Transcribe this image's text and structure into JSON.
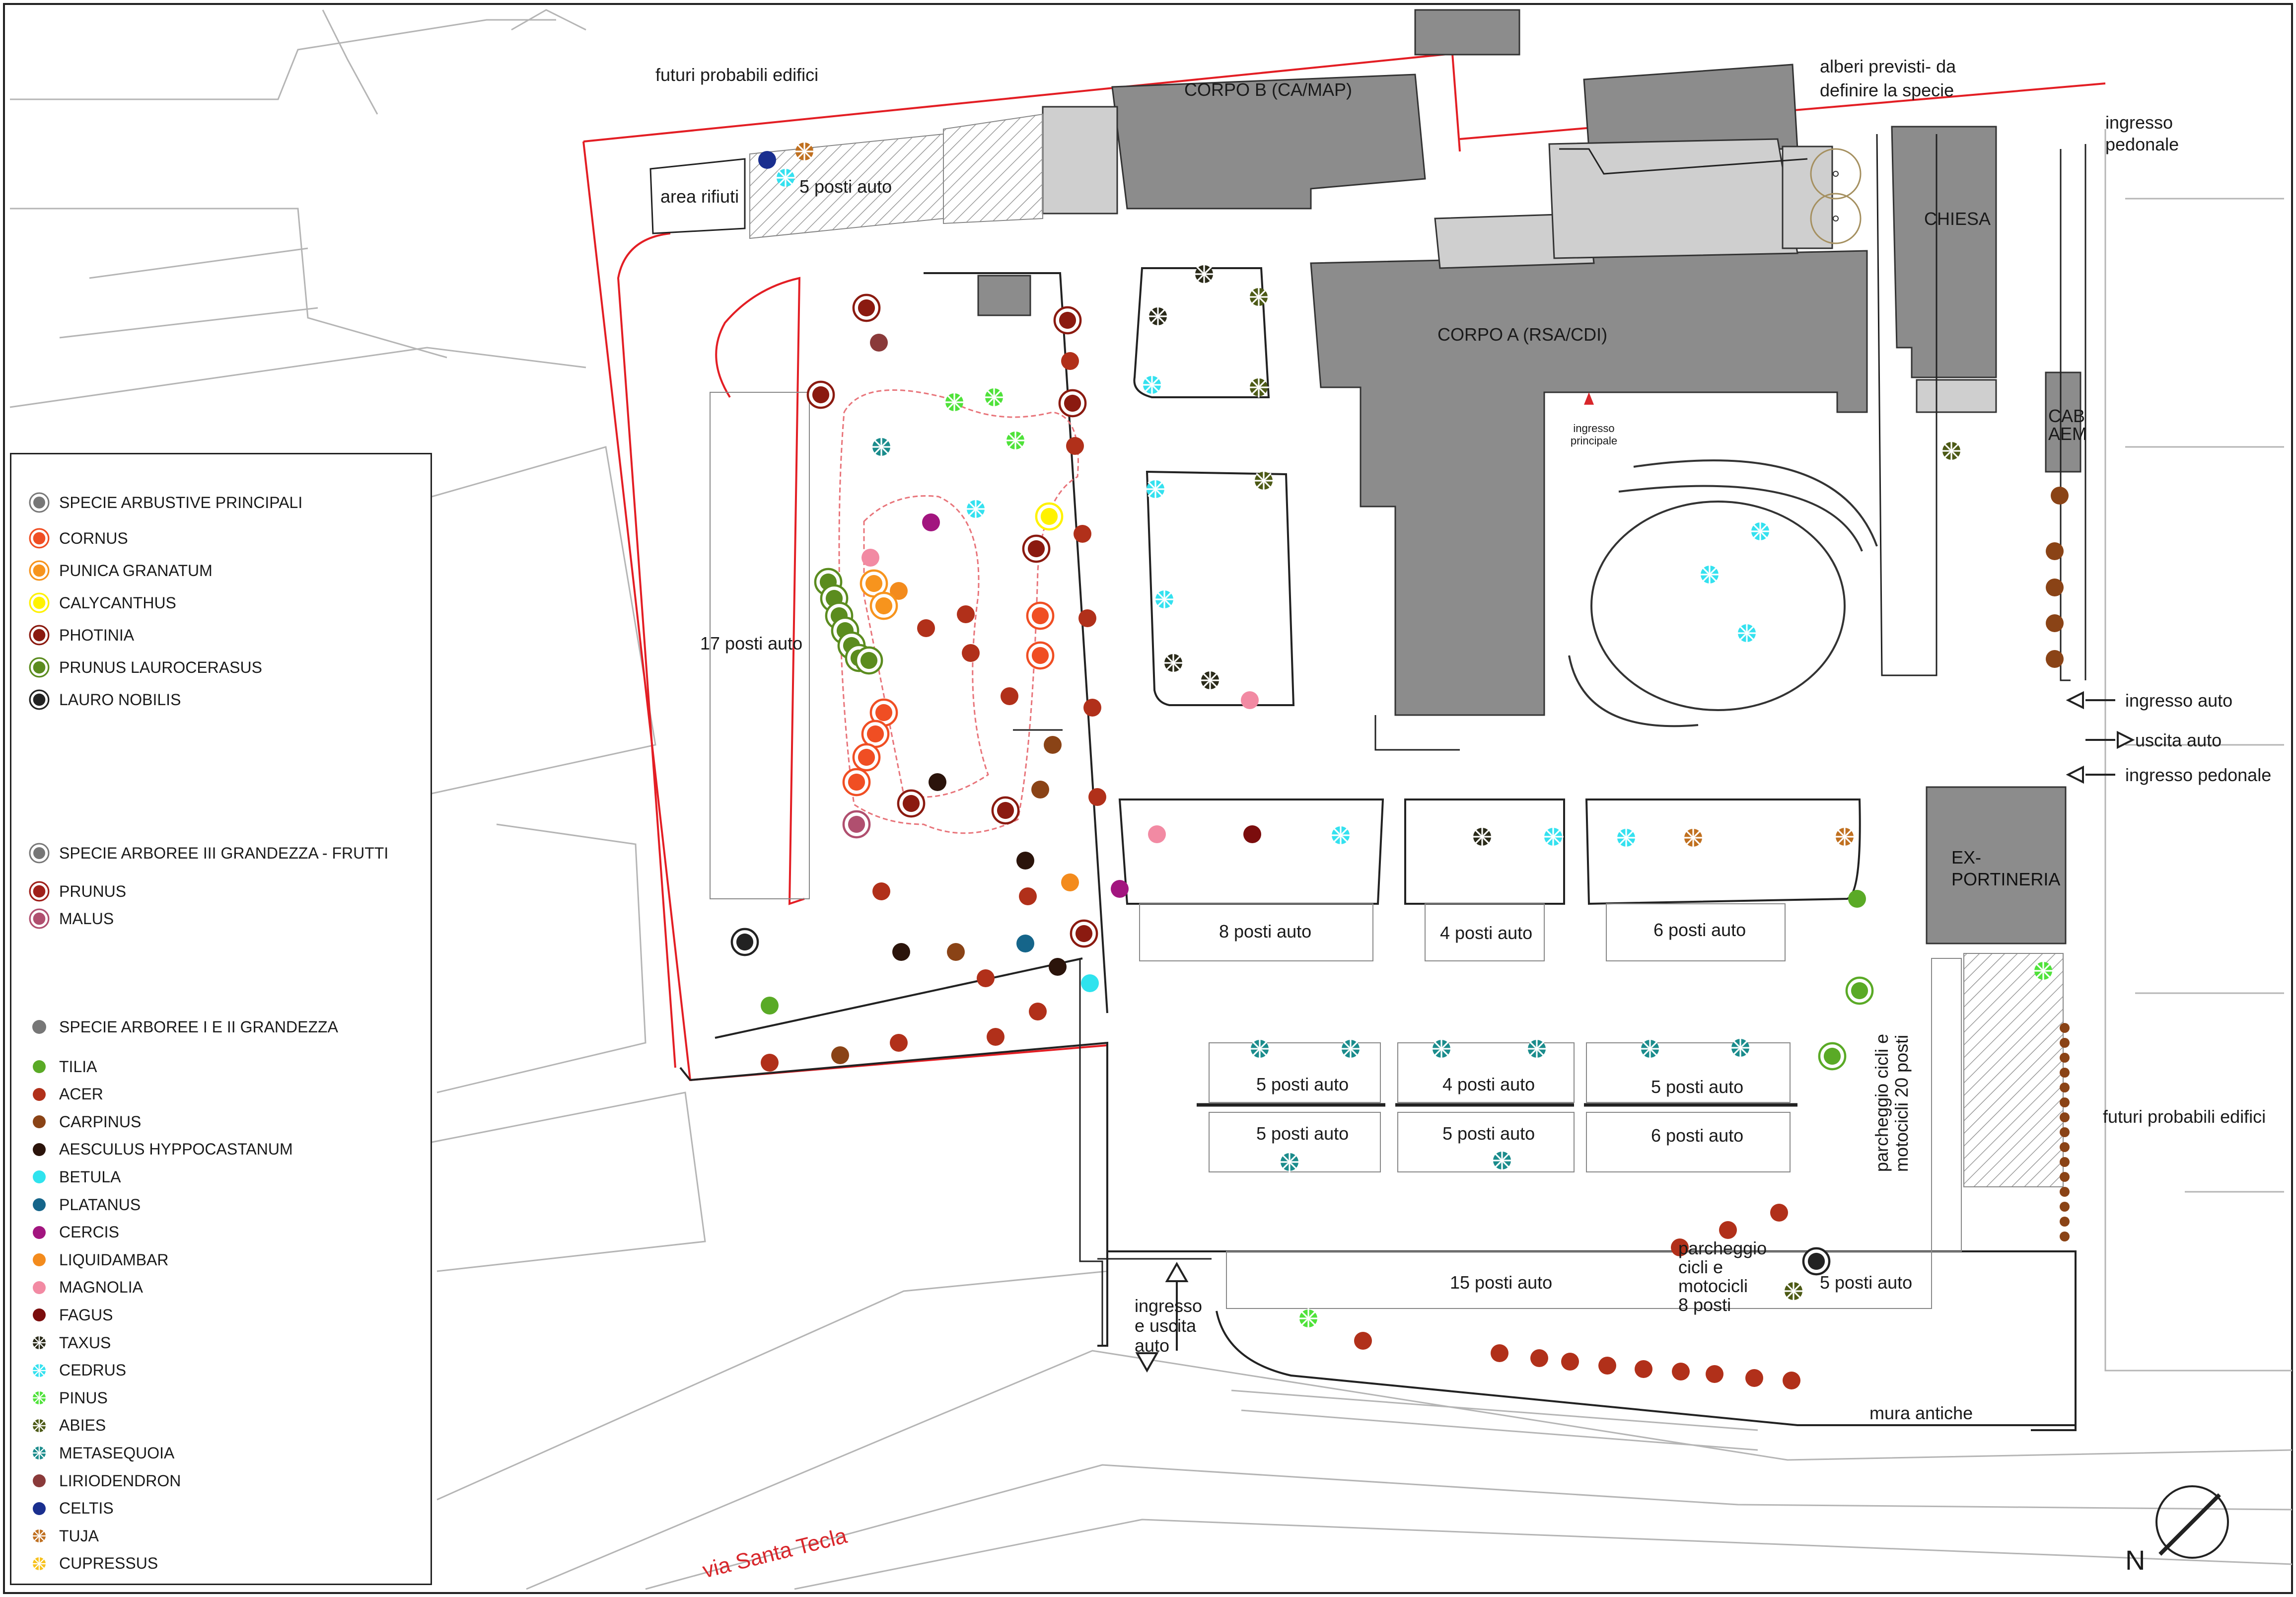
{
  "colors": {
    "boundary": "#e31e24",
    "building_dark": "#8c8c8c",
    "building_mid": "#a6a6a6",
    "building_light": "#cfcfcf",
    "cornus": "#f04e23",
    "punica": "#f7941d",
    "calycanthus": "#fff200",
    "photinia": "#8b1a10",
    "prunus_laurocerasus": "#5b8c1f",
    "lauro": "#222222",
    "prunus": "#a0201a",
    "malus": "#b04f6f",
    "tilia": "#5aaa26",
    "acer": "#b1301a",
    "carpinus": "#8a4316",
    "aesculus": "#2b140b",
    "betula": "#2fe3ee",
    "platanus": "#15658a",
    "cercis": "#a2157f",
    "liquidambar": "#f38b1d",
    "magnolia": "#f28aa3",
    "fagus": "#7b0d0d",
    "taxus": "#2b2b1a",
    "cedrus": "#34e1ef",
    "pinus": "#4fe23a",
    "abies": "#4d5a16",
    "metasequoia": "#1b8c8c",
    "liriodendron": "#8a3a3a",
    "celtis": "#1a2f8f",
    "tuja": "#c07020",
    "cupressus": "#f7c21d"
  },
  "labels": {
    "futuri_top": "futuri probabili edifici",
    "corpo_b": "CORPO B (CA/MAP)",
    "alberi_previsti": "alberi previsti- da definire la specie",
    "ingresso_pedonale_top": "ingresso pedonale",
    "area_rifiuti": "area rifiuti",
    "posti_5_top": "5 posti auto",
    "chiesa": "CHIESA",
    "corpo_a": "CORPO A (RSA/CDI)",
    "ingresso_principale": "ingresso principale",
    "cab_aem": "CAB AEM",
    "posti_17": "17 posti auto",
    "ingresso_auto": "ingresso auto",
    "uscita_auto": "uscita auto",
    "ingresso_pedonale": "ingresso pedonale",
    "ex_portineria": "EX- PORTINERIA",
    "posti_8": "8 posti auto",
    "posti_4a": "4 posti auto",
    "posti_6a": "6 posti auto",
    "parcheggio_20": "parcheggio cicli e motocicli 20 posti",
    "futuri_right": "futuri probabili edifici",
    "posti_5a": "5 posti auto",
    "posti_4b": "4 posti auto",
    "posti_5b": "5 posti auto",
    "posti_5c": "5 posti auto",
    "posti_5d": "5 posti auto",
    "posti_6b": "6 posti auto",
    "parcheggio_8": "parcheggio cicli e motocicli 8 posti",
    "posti_15": "15 posti auto",
    "posti_5e": "5 posti auto",
    "ingresso_uscita": "ingresso e uscita auto",
    "mura_antiche": "mura antiche",
    "via": "via Santa Tecla",
    "north": "N"
  },
  "legend": {
    "arbustive_head": "SPECIE ARBUSTIVE PRINCIPALI",
    "arbustive": [
      {
        "label": "CORNUS",
        "symbol": "ring",
        "color": "cornus"
      },
      {
        "label": "PUNICA GRANATUM",
        "symbol": "ring",
        "color": "punica"
      },
      {
        "label": "CALYCANTHUS",
        "symbol": "ring",
        "color": "calycanthus"
      },
      {
        "label": "PHOTINIA",
        "symbol": "ring",
        "color": "photinia"
      },
      {
        "label": "PRUNUS LAUROCERASUS",
        "symbol": "ring",
        "color": "prunus_laurocerasus"
      },
      {
        "label": "LAURO NOBILIS",
        "symbol": "ring",
        "color": "lauro"
      }
    ],
    "frutti_head": "SPECIE ARBOREE III GRANDEZZA - FRUTTI",
    "frutti": [
      {
        "label": "PRUNUS",
        "symbol": "ring",
        "color": "prunus"
      },
      {
        "label": "MALUS",
        "symbol": "ring",
        "color": "malus"
      }
    ],
    "arboree_head": "SPECIE ARBOREE I E II GRANDEZZA",
    "arboree": [
      {
        "label": "TILIA",
        "symbol": "dot",
        "color": "tilia"
      },
      {
        "label": "ACER",
        "symbol": "dot",
        "color": "acer"
      },
      {
        "label": "CARPINUS",
        "symbol": "dot",
        "color": "carpinus"
      },
      {
        "label": "AESCULUS HYPPOCASTANUM",
        "symbol": "dot",
        "color": "aesculus"
      },
      {
        "label": "BETULA",
        "symbol": "dot",
        "color": "betula"
      },
      {
        "label": "PLATANUS",
        "symbol": "dot",
        "color": "platanus"
      },
      {
        "label": "CERCIS",
        "symbol": "dot",
        "color": "cercis"
      },
      {
        "label": "LIQUIDAMBAR",
        "symbol": "dot",
        "color": "liquidambar"
      },
      {
        "label": "MAGNOLIA",
        "symbol": "dot",
        "color": "magnolia"
      },
      {
        "label": "FAGUS",
        "symbol": "dot",
        "color": "fagus"
      },
      {
        "label": "TAXUS",
        "symbol": "star",
        "color": "taxus"
      },
      {
        "label": "CEDRUS",
        "symbol": "star",
        "color": "cedrus"
      },
      {
        "label": "PINUS",
        "symbol": "star",
        "color": "pinus"
      },
      {
        "label": "ABIES",
        "symbol": "star",
        "color": "abies"
      },
      {
        "label": "METASEQUOIA",
        "symbol": "star",
        "color": "metasequoia"
      },
      {
        "label": "LIRIODENDRON",
        "symbol": "dot",
        "color": "liriodendron"
      },
      {
        "label": "CELTIS",
        "symbol": "dot",
        "color": "celtis"
      },
      {
        "label": "TUJA",
        "symbol": "star",
        "color": "tuja"
      },
      {
        "label": "CUPRESSUS",
        "symbol": "star",
        "color": "cupressus"
      }
    ]
  }
}
